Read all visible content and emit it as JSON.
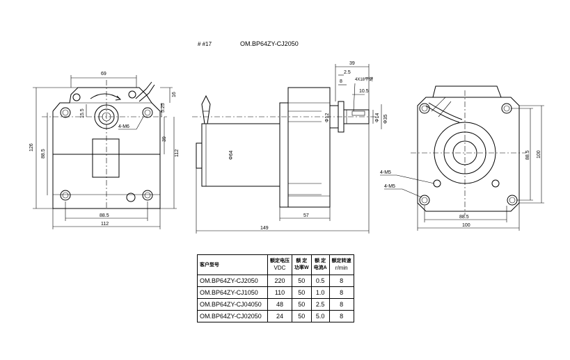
{
  "header": {
    "code_label": "#   #17",
    "model_title": "OM.BP64ZY-CJ2050"
  },
  "front_view": {
    "dims": {
      "top_width": "69",
      "height_total": "126",
      "height_mid": "88.5",
      "right_16": "16",
      "right_525": "5.25",
      "right_39": "39",
      "right_112": "112",
      "offset_155": "15.5",
      "bottom_885": "88.5",
      "bottom_112": "112"
    },
    "hole_label": "4-M6"
  },
  "side_view": {
    "dims": {
      "top_39": "39",
      "top_25": "2.5",
      "key_8": "8",
      "key_label": "4X18平键",
      "shaft_105": "10.5",
      "dia_12": "Φ12",
      "dia_14": "Φ14",
      "dia_35": "Φ35",
      "dia_64": "Φ64",
      "bottom_57": "57",
      "bottom_149": "149"
    }
  },
  "rear_view": {
    "hole_label_1": "4-M5",
    "hole_label_2": "4-M5",
    "dims": {
      "right_885": "88.5",
      "right_100": "100",
      "bottom_885": "88.5",
      "bottom_100": "100"
    }
  },
  "spec_table": {
    "headers": {
      "model": "客户型号",
      "voltage_top": "额定电压",
      "voltage_unit": "VDC",
      "power_top": "额 定",
      "power_unit": "功率W",
      "current_top": "额 定",
      "current_unit": "电流A",
      "speed_top": "额定转速",
      "speed_unit": "r/min"
    },
    "rows": [
      {
        "model": "OM.BP64ZY-CJ2050",
        "voltage": "220",
        "power": "50",
        "current": "0.5",
        "speed": "8"
      },
      {
        "model": "OM.BP64ZY-CJ1050",
        "voltage": "110",
        "power": "50",
        "current": "1.0",
        "speed": "8"
      },
      {
        "model": "OM.BP64ZY-CJ04050",
        "voltage": "48",
        "power": "50",
        "current": "2.5",
        "speed": "8"
      },
      {
        "model": "OM.BP64ZY-CJ02050",
        "voltage": "24",
        "power": "50",
        "current": "5.0",
        "speed": "8"
      }
    ]
  }
}
